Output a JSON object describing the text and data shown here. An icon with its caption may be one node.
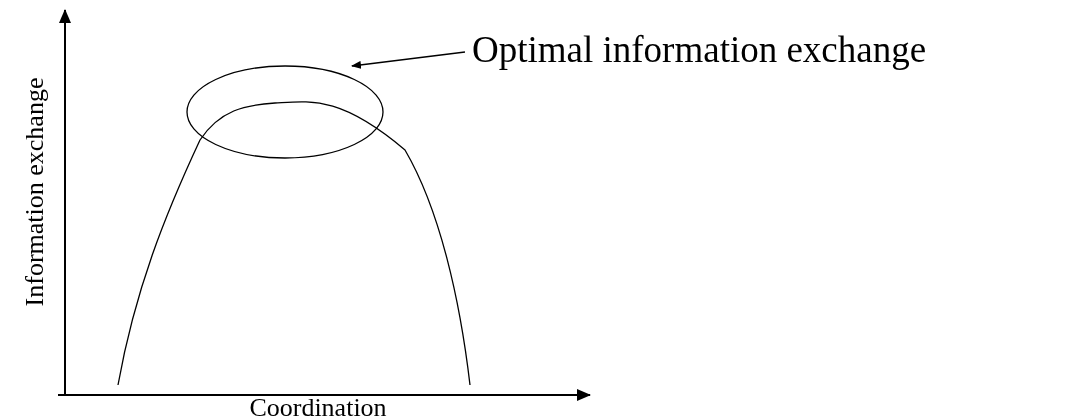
{
  "diagram": {
    "nodes": [
      {
        "text": [
          "Optimal information exchange"
        ]
      },
      {
        "text": [],
        "shape": "ellipse"
      }
    ],
    "edges": [
      {
        "from": 0,
        "to": 1,
        "arrow": "to"
      }
    ],
    "labels": [
      "Information exchange",
      "Coordination"
    ]
  }
}
